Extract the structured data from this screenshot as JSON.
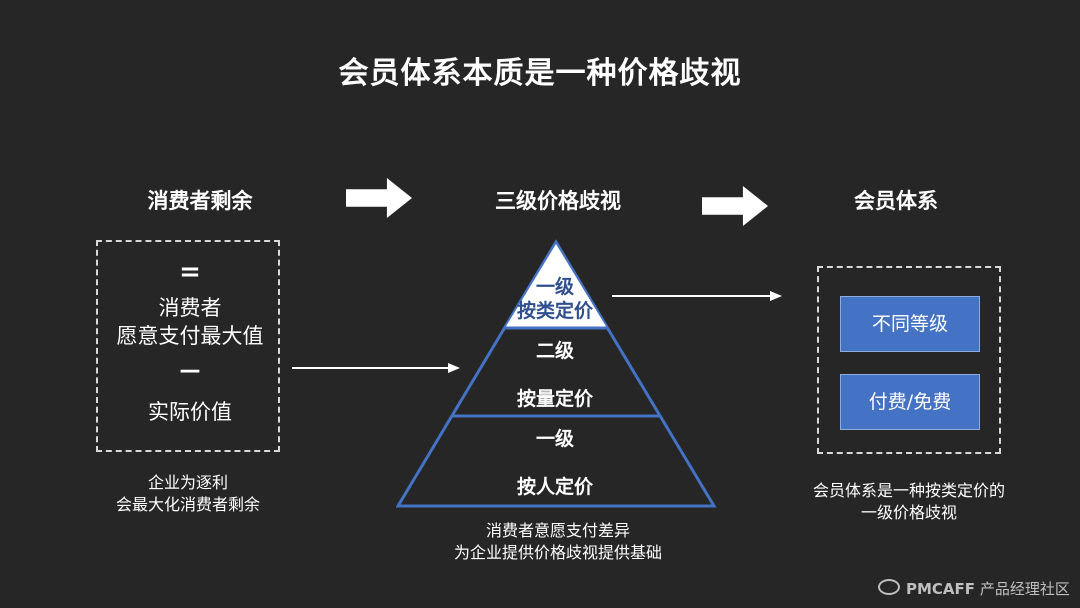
{
  "title": "会员体系本质是一种价格歧视",
  "columns": {
    "left": "消费者剩余",
    "middle": "三级价格歧视",
    "right": "会员体系"
  },
  "left_box": {
    "equals": "=",
    "line1": "消费者",
    "line2": "愿意支付最大值",
    "minus": "—",
    "line3": "实际价值"
  },
  "left_caption": {
    "line1": "企业为逐利",
    "line2": "会最大化消费者剩余"
  },
  "pyramid": {
    "top": {
      "line1": "一级",
      "line2": "按类定价"
    },
    "mid": {
      "line1": "二级",
      "line2": "按量定价"
    },
    "bottom": {
      "line1": "一级",
      "line2": "按人定价"
    }
  },
  "middle_caption": {
    "line1": "消费者意愿支付差异",
    "line2": "为企业提供价格歧视提供基础"
  },
  "right_box": {
    "button1": "不同等级",
    "button2": "付费/免费"
  },
  "right_caption": {
    "line1": "会员体系是一种按类定价的",
    "line2": "一级价格歧视"
  },
  "watermark": {
    "brand": "PMCAFF",
    "tagline": "产品经理社区"
  }
}
